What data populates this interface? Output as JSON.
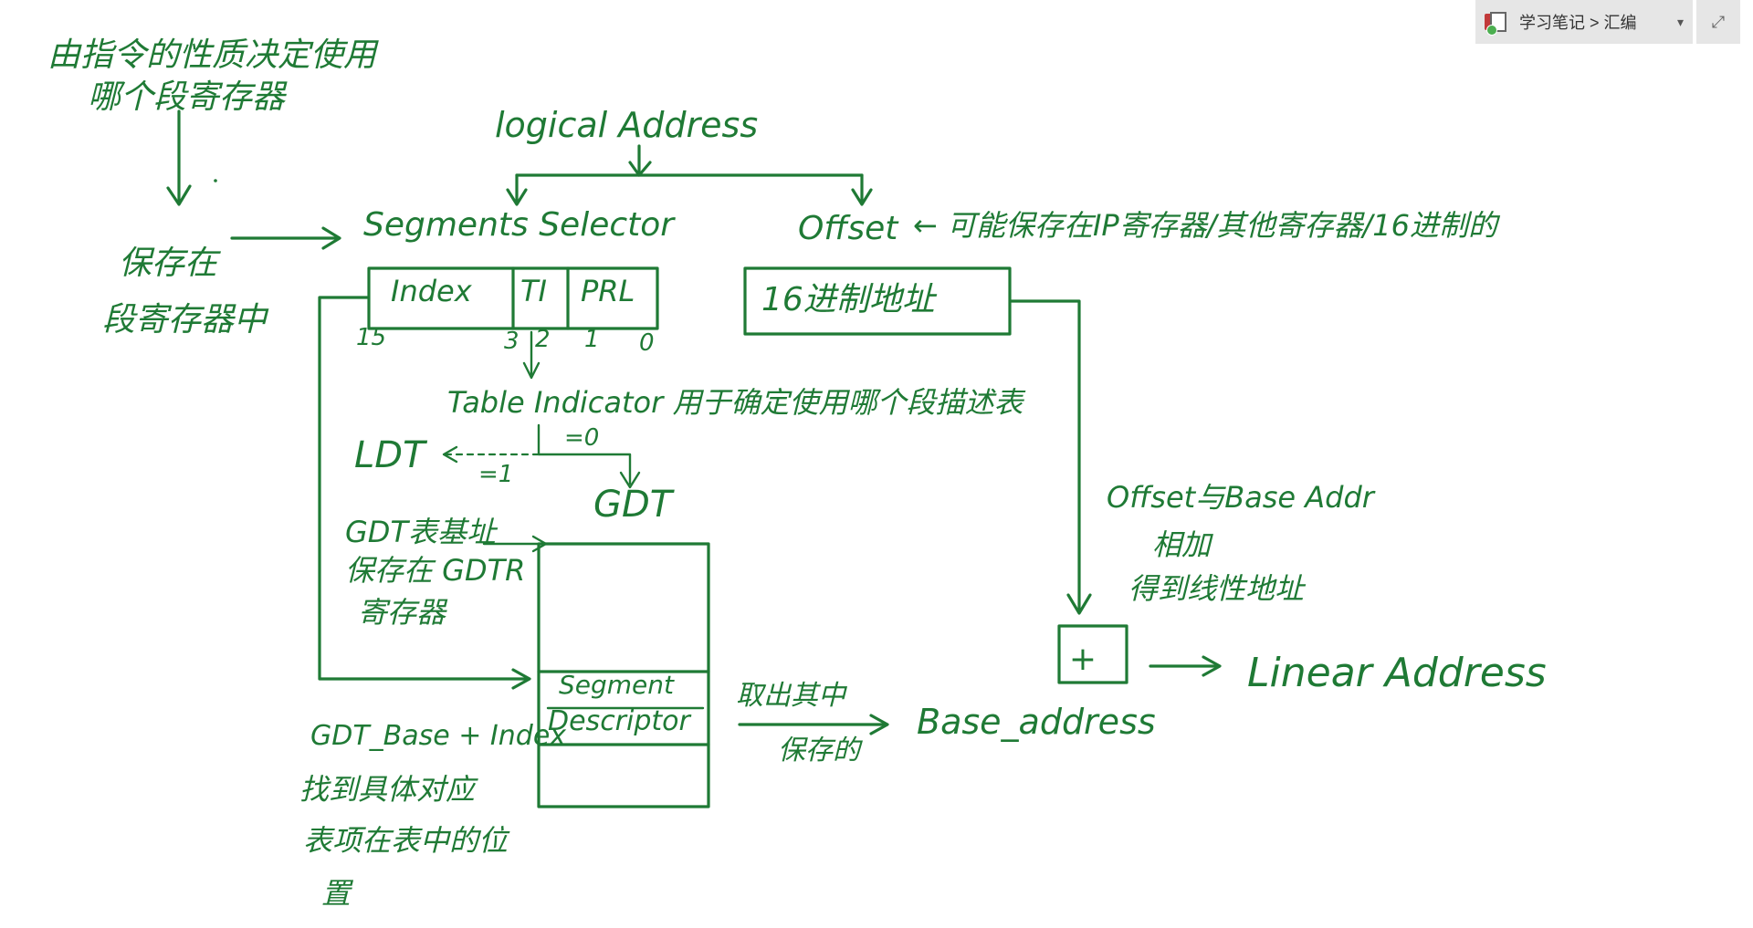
{
  "notebook": {
    "breadcrumb": "学习笔记 > 汇编",
    "icon": "notebook-icon",
    "dropdown_icon": "chevron-down-icon",
    "expand_icon": "expand-icon"
  },
  "ink_color": "#1f7a35",
  "notes": {
    "instr_note_line1": "由指令的性质决定使用",
    "instr_note_line2": "哪个段寄存器",
    "stored_in_line1": "保存在",
    "stored_in_line2": "段寄存器中",
    "logical_address": "logical Address",
    "segment_selector": "Segments Selector",
    "offset": "Offset",
    "offset_note": "← 可能保存在IP寄存器/其他寄存器/16进制的",
    "selector_fields": [
      "Index",
      "TI",
      "PRL"
    ],
    "bit_labels": [
      "15",
      "3",
      "2",
      "1",
      "0"
    ],
    "offset_box": "16进制地址",
    "table_indicator": "Table Indicator 用于确定使用哪个段描述表",
    "ti_eq0": "=0",
    "ti_eq1": "=1",
    "ldt": "LDT",
    "gdt": "GDT",
    "gdt_base_line1": "GDT表基址",
    "gdt_base_line2": "保存在 GDTR",
    "gdt_base_line3": "寄存器",
    "segment_descriptor_line1": "Segment",
    "segment_descriptor_line2": "Descriptor",
    "gdt_base_index": "GDT_Base + Index",
    "find_line1": "找到具体对应",
    "find_line2": "表项在表中的位",
    "find_line3": "置",
    "take_out_line1": "取出其中",
    "take_out_line2": "保存的",
    "base_address": "Base_address",
    "offset_add_line1": "Offset与Base Addr",
    "offset_add_line2": "相加",
    "offset_add_line3": "得到线性地址",
    "plus": "+",
    "linear_address": "Linear Address"
  }
}
